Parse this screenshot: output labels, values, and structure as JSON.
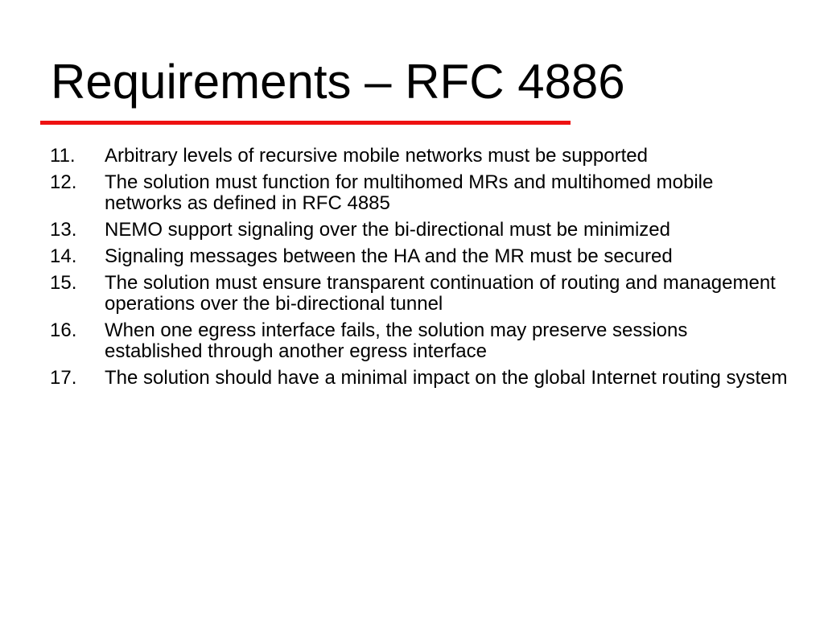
{
  "slide": {
    "title": "Requirements – RFC 4886",
    "accent_color": "#ee1111",
    "items": [
      {
        "number": "11.",
        "text": "Arbitrary levels of recursive mobile networks must be supported"
      },
      {
        "number": "12.",
        "text": "The solution must function for multihomed MRs and multihomed mobile networks as defined in RFC 4885"
      },
      {
        "number": "13.",
        "text": "NEMO support signaling over the bi-directional must be minimized"
      },
      {
        "number": "14.",
        "text": "Signaling messages between the HA and the MR must be secured"
      },
      {
        "number": "15.",
        "text": "The solution must ensure transparent continuation of routing and management operations over the bi-directional tunnel"
      },
      {
        "number": "16.",
        "text": "When one egress interface fails, the solution may preserve sessions established through another egress interface"
      },
      {
        "number": "17.",
        "text": "The solution should have a minimal impact on the global Internet routing system"
      }
    ]
  }
}
